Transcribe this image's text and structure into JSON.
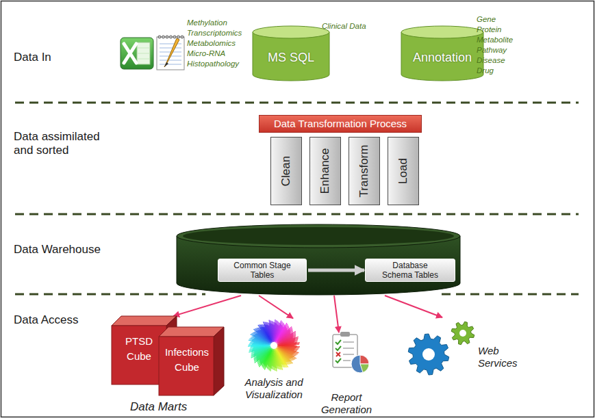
{
  "diagram": {
    "nodes": [
      {
        "text": [
          "Data In"
        ]
      },
      {
        "text": [
          "MS SQL"
        ],
        "in": 0
      },
      {
        "text": [
          "Annotation"
        ],
        "in": 0
      },
      {
        "text": [
          "Data assimilated and sorted"
        ]
      },
      {
        "text": [
          "Data Transformation Process"
        ],
        "in": 3
      },
      {
        "text": [
          "Clean"
        ],
        "in": 3
      },
      {
        "text": [
          "Enhance"
        ],
        "in": 3
      },
      {
        "text": [
          "Transform"
        ],
        "in": 3
      },
      {
        "text": [
          "Load"
        ],
        "in": 3
      },
      {
        "text": [
          "Data Warehouse"
        ]
      },
      {
        "text": [
          "Common Stage Tables"
        ],
        "in": 9
      },
      {
        "text": [
          "Database Schema Tables"
        ],
        "in": 9
      },
      {
        "text": [
          "Data Access"
        ]
      },
      {
        "text": [
          "PTSD Cube"
        ],
        "in": 12
      },
      {
        "text": [
          "Infections Cube"
        ],
        "in": 12
      },
      {
        "text": [
          "Analysis and Visualization"
        ],
        "in": 12
      },
      {
        "text": [
          "Report Generation"
        ],
        "in": 12
      },
      {
        "text": [
          "Web Services"
        ],
        "in": 12
      }
    ],
    "edges": [
      {
        "from": 10,
        "to": 11,
        "arrow": "to"
      },
      {
        "from": 9,
        "to": 13,
        "arrow": "to"
      },
      {
        "from": 9,
        "to": 15,
        "arrow": "to"
      },
      {
        "from": 9,
        "to": 16,
        "arrow": "to"
      },
      {
        "from": 9,
        "to": 17,
        "arrow": "to"
      }
    ],
    "labels": [
      "Methylation",
      "Transcriptomics",
      "Metabolomics",
      "Micro-RNA",
      "Histopathology",
      "Clinical Data",
      "Gene",
      "Protein",
      "Metabolite",
      "Pathway",
      "Disease",
      "Drug",
      "Data Marts"
    ]
  }
}
